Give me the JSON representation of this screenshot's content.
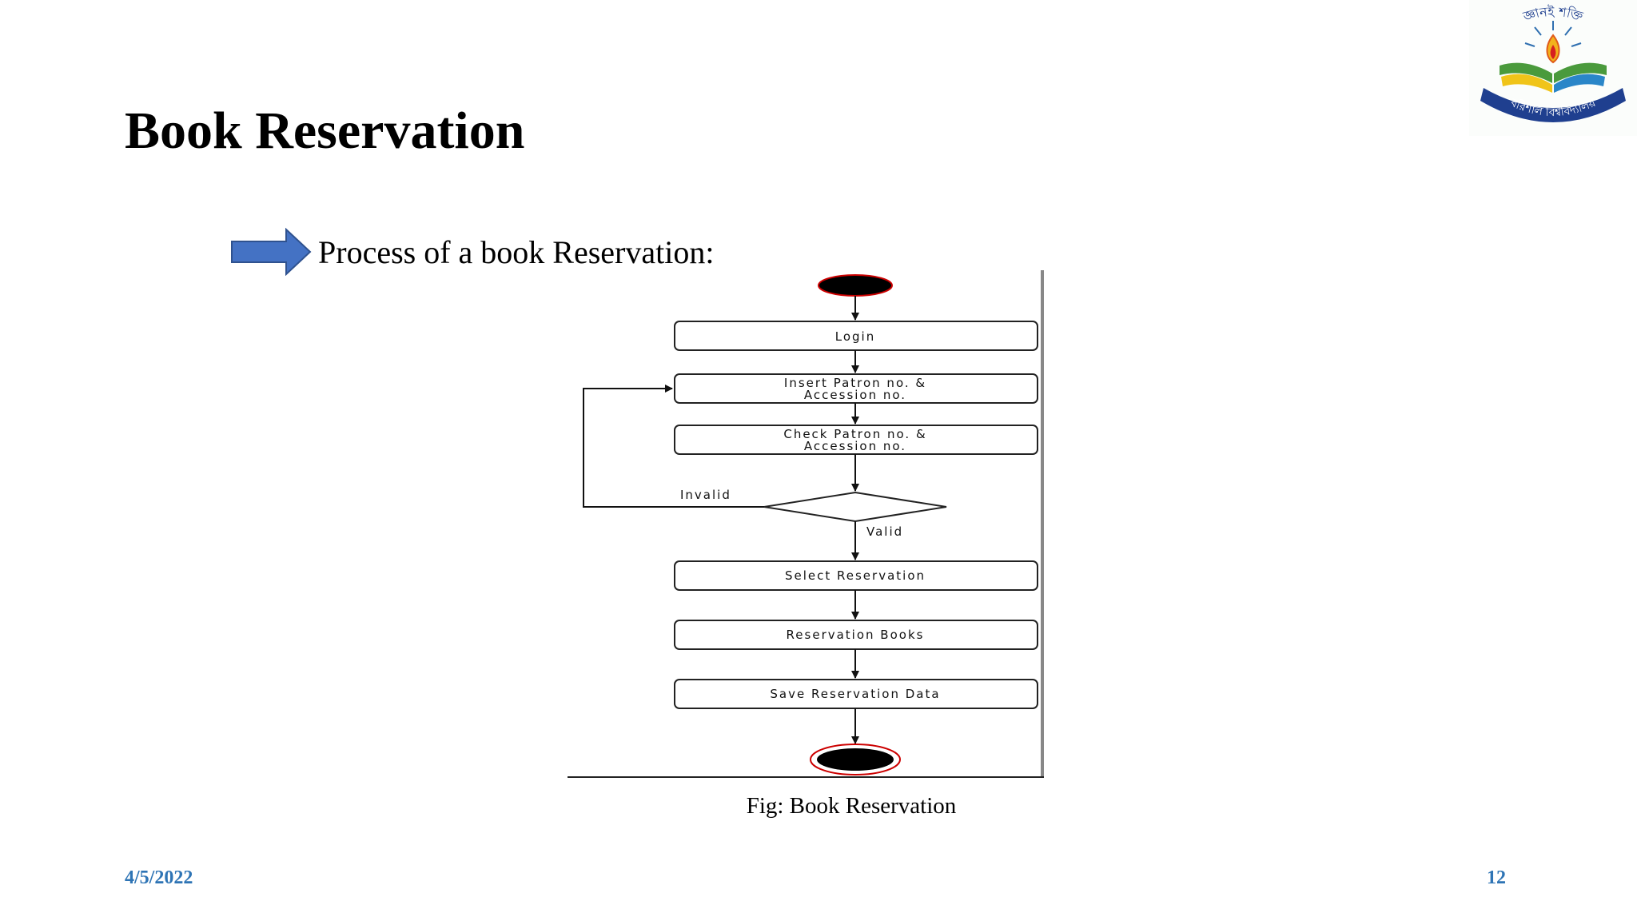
{
  "slide": {
    "title": "Book Reservation",
    "bullet_text": "Process of a book Reservation:",
    "caption": "Fig: Book Reservation",
    "date": "4/5/2022",
    "page_number": "12"
  },
  "colors": {
    "footer_blue": "#2e74b5",
    "arrow_blue": "#4472c4",
    "arrow_outline": "#2f528f",
    "terminal_ring": "#cc0000"
  },
  "logo": {
    "icon": "university-logo-icon",
    "text_top": "জ্ঞানই শক্তি",
    "text_bottom": "বরিশাল বিশ্ববিদ্যালয়"
  },
  "diagram": {
    "type": "activity-flowchart",
    "start": "start-node",
    "end": "end-node",
    "steps": [
      {
        "id": "login",
        "lines": [
          "Login"
        ]
      },
      {
        "id": "insert",
        "lines": [
          "Insert Patron no. &",
          "Accession no."
        ]
      },
      {
        "id": "check",
        "lines": [
          "Check Patron no. &",
          "Accession no."
        ]
      }
    ],
    "decision": {
      "invalid_label": "Invalid",
      "valid_label": "Valid"
    },
    "steps_after": [
      {
        "id": "select",
        "lines": [
          "Select Reservation"
        ]
      },
      {
        "id": "reserve",
        "lines": [
          "Reservation Books"
        ]
      },
      {
        "id": "save",
        "lines": [
          "Save Reservation Data"
        ]
      }
    ]
  }
}
